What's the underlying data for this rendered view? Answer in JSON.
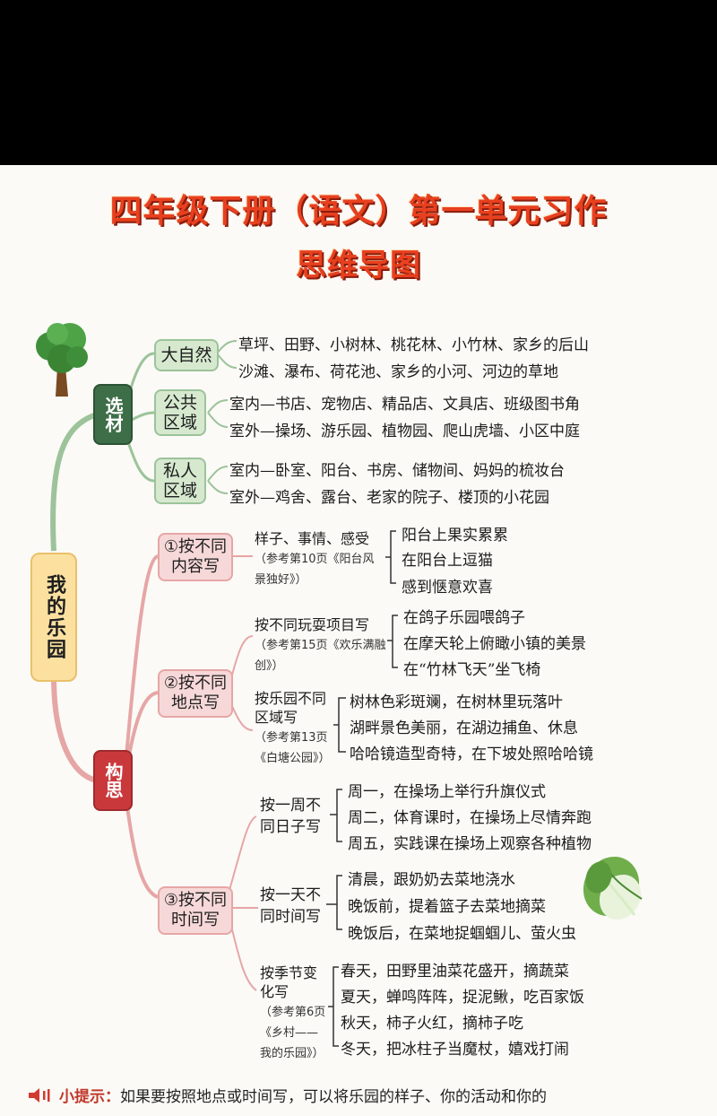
{
  "title_line1": "四年级下册（语文）第一单元习作",
  "title_line2": "思维导图",
  "root": "我的乐园",
  "branch_xuancai": {
    "label": "选材",
    "groups": [
      {
        "label": "大自然",
        "items": [
          "草坪、田野、小树林、桃花林、小竹林、家乡的后山",
          "沙滩、瀑布、荷花池、家乡的小河、河边的草地"
        ]
      },
      {
        "label": "公共区域",
        "items": [
          "室内—书店、宠物店、精品店、文具店、班级图书角",
          "室外—操场、游乐园、植物园、爬山虎墙、小区中庭"
        ]
      },
      {
        "label": "私人区域",
        "items": [
          "室内—卧室、阳台、书房、储物间、妈妈的梳妆台",
          "室外—鸡舍、露台、老家的院子、楼顶的小花园"
        ]
      }
    ]
  },
  "branch_gousi": {
    "label": "构思",
    "methods": [
      {
        "label": "①按不同内容写",
        "subs": [
          {
            "text": "样子、事情、感受",
            "note": "（参考第10页《阳台风景独好》）",
            "items": [
              "阳台上果实累累",
              "在阳台上逗猫",
              "感到惬意欢喜"
            ]
          }
        ]
      },
      {
        "label": "②按不同地点写",
        "subs": [
          {
            "text": "按不同玩耍项目写",
            "note": "（参考第15页《欢乐满融创》）",
            "items": [
              "在鸽子乐园喂鸽子",
              "在摩天轮上俯瞰小镇的美景",
              "在“竹林飞天”坐飞椅"
            ]
          },
          {
            "text": "按乐园不同区域写",
            "note": "（参考第13页《白塘公园》）",
            "items": [
              "树林色彩斑斓，在树林里玩落叶",
              "湖畔景色美丽，在湖边捕鱼、休息",
              "哈哈镜造型奇特，在下坡处照哈哈镜"
            ]
          }
        ]
      },
      {
        "label": "③按不同时间写",
        "subs": [
          {
            "text": "按一周不同日子写",
            "note": "",
            "items": [
              "周一，在操场上举行升旗仪式",
              "周二，体育课时，在操场上尽情奔跑",
              "周五，实践课在操场上观察各种植物"
            ]
          },
          {
            "text": "按一天不同时间写",
            "note": "",
            "items": [
              "清晨，跟奶奶去菜地浇水",
              "晚饭前，提着篮子去菜地摘菜",
              "晚饭后，在菜地捉蝈蝈儿、萤火虫"
            ]
          },
          {
            "text": "按季节变化写",
            "note": "（参考第6页《乡村——我的乐园》）",
            "items": [
              "春天，田野里油菜花盛开，摘蔬菜",
              "夏天，蝉鸣阵阵，捉泥鳅，吃百家饭",
              "秋天，柿子火红，摘柿子吃",
              "冬天，把冰柱子当魔杖，嬉戏打闹"
            ]
          }
        ]
      }
    ]
  },
  "tip_label": "小提示：",
  "tip_text": "如果要按照地点或时间写，可以将乐园的样子、你的活动和你的",
  "icons": {
    "tree": "tree-icon",
    "cabbage": "cabbage-icon",
    "speaker": "speaker-icon"
  },
  "colors": {
    "title": "#e8401f",
    "green": "#3e6e48",
    "red": "#c9393c",
    "yellow": "#fbe0a0"
  }
}
